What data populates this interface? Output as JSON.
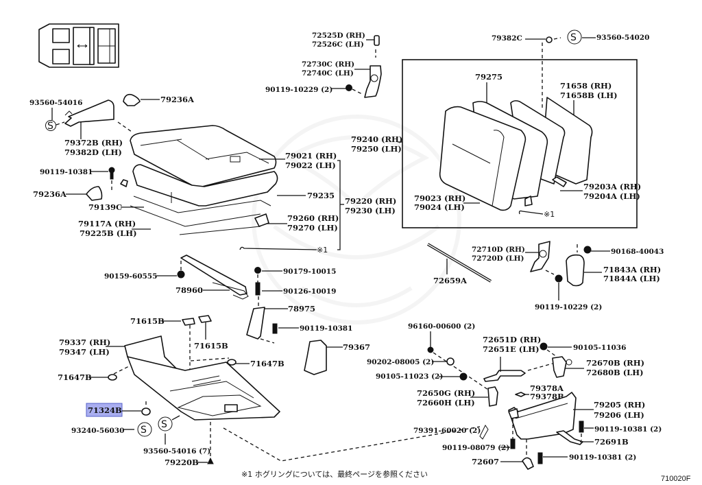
{
  "diagram": {
    "figure_code": "710020F",
    "footnote": "※1 ホグリングについては、最終ページを参照ください",
    "footnote_marker": "※1",
    "highlighted_part": "71324B",
    "labels": {
      "p93560_54016": "93560-54016",
      "p79236A_top": "79236A",
      "p79372B": "79372B (RH)",
      "p79382D": "79382D (LH)",
      "p72525D": "72525D (RH)",
      "p72526C": "72526C (LH)",
      "p72730C": "72730C (RH)",
      "p72740C": "72740C (LH)",
      "p90119_10229_top": "90119-10229 (2)",
      "p79382C": "79382C",
      "p93560_54020": "93560-54020",
      "p79275": "79275",
      "p71658": "71658 (RH)",
      "p71658B": "71658B (LH)",
      "p79240": "79240 (RH)",
      "p79250": "79250 (LH)",
      "p79023": "79023 (RH)",
      "p79024": "79024 (LH)",
      "p79203A": "79203A (RH)",
      "p79204A": "79204A (LH)",
      "p_note_back": "※1",
      "p90119_10381_left": "90119-10381",
      "p79236A_left": "79236A",
      "p79139C": "79139C",
      "p79117A": "79117A (RH)",
      "p79225B": "79225B (LH)",
      "p79021": "79021 (RH)",
      "p79022": "79022 (LH)",
      "p79235": "79235",
      "p79220": "79220 (RH)",
      "p79230": "79230 (LH)",
      "p79260": "79260 (RH)",
      "p79270": "79270 (LH)",
      "p_note_cushion": "※1",
      "p90159_60555": "90159-60555",
      "p78960": "78960",
      "p90179_10015": "90179-10015",
      "p90126_10019": "90126-10019",
      "p78975": "78975",
      "p90119_10381_mid": "90119-10381",
      "p79367": "79367",
      "p72659A": "72659A",
      "p72710D": "72710D (RH)",
      "p72720D": "72720D (LH)",
      "p90168_40043": "90168-40043",
      "p71843A": "71843A (RH)",
      "p71844A": "71844A (LH)",
      "p90119_10229_right": "90119-10229 (2)",
      "p71615B_a": "71615B",
      "p71615B_b": "71615B",
      "p79337": "79337 (RH)",
      "p79347": "79347 (LH)",
      "p71647B_right": "71647B",
      "p71647B_left": "71647B",
      "p71324B": "71324B",
      "p93240_56030": "93240-56030",
      "p93560_54016_7": "93560-54016 (7)",
      "p79220B": "79220B",
      "p96160_00600": "96160-00600 (2)",
      "p90202_08005": "90202-08005 (2)",
      "p90105_11023": "90105-11023 (2)",
      "p72650G": "72650G (RH)",
      "p72660H": "72660H (LH)",
      "p72651D": "72651D (RH)",
      "p72651E": "72651E (LH)",
      "p90105_11036": "90105-11036",
      "p72670B": "72670B (RH)",
      "p72680B": "72680B (LH)",
      "p79378A": "79378A",
      "p79378B": "79378B",
      "p79205": "79205 (RH)",
      "p79206": "79206 (LH)",
      "p90119_10381_r1": "90119-10381 (2)",
      "p72691B": "72691B",
      "p79391_60020": "79391-60020 (2)",
      "p90119_08079": "90119-08079 (2)",
      "p72607": "72607",
      "p90119_10381_r2": "90119-10381 (2)"
    },
    "symbols": {
      "s_mark": "S"
    }
  }
}
